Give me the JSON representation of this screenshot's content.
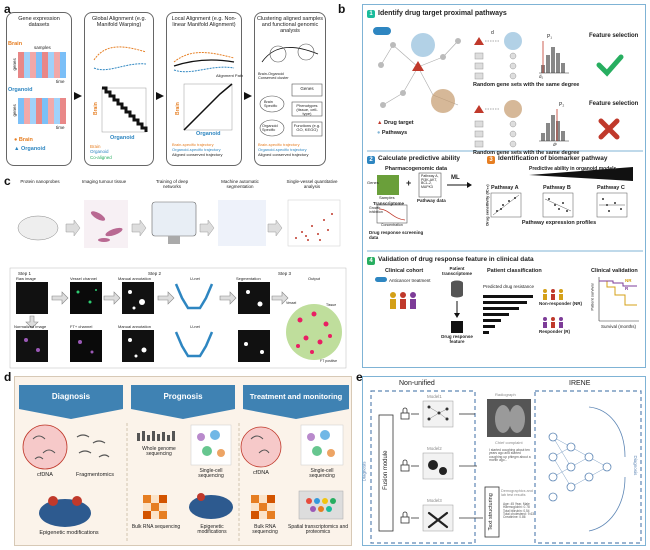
{
  "panel_a": {
    "label": "a",
    "stage1": {
      "title": "Gene expression datasets",
      "brain": "Brain",
      "samples": "samples",
      "genes": "genes",
      "time": "time",
      "organoid": "Organoid",
      "legend_brain": "Brain",
      "legend_organoid": "Organoid"
    },
    "stage2": {
      "title": "Global Alignment (e.g. Manifold Warping)",
      "brain": "Brain",
      "organoid": "Organoid",
      "legend_brain": "Brain",
      "legend_organoid": "Organoid",
      "legend_coaligned": "Co-aligned"
    },
    "stage3": {
      "title": "Local Alignment (e.g. Non-linear Manifold Alignment)",
      "brain": "Brain",
      "organoid": "Organoid",
      "alignment_path": "Alignment Path",
      "leg1": "Brain-specific trajectory",
      "leg2": "Organoid-specific trajectory",
      "leg3": "Aligned conserved trajectory"
    },
    "stage4": {
      "title": "Clustering aligned samples and functional genomic analysis",
      "cluster": "Brain-Organoid Conserved cluster",
      "brain_specific": "Brain Specific",
      "organoid_specific": "Organoid Specific",
      "genes": "Genes",
      "phenotypes": "Phenotypes (tissue, cell-type)",
      "functions": "Functions (e.g. GO, KEGG)",
      "leg1": "Brain-specific trajectory",
      "leg2": "Organoid-specific trajectory",
      "leg3": "Aligned conserved trajectory"
    }
  },
  "panel_b": {
    "label": "b",
    "step1": {
      "num": "1",
      "title": "Identify drug target proximal pathways",
      "random1": "Random gene sets with the same degree",
      "random2": "Random gene sets with the same degree",
      "feature1": "Feature selection",
      "feature2": "Feature selection",
      "drug_target": "Drug target",
      "pathways": "Pathways",
      "d": "d",
      "d1": "d₁",
      "dc": "dᶜ",
      "p1": "P₁",
      "p2": "P₂"
    },
    "step2": {
      "num": "2",
      "title": "Calculate predictive ability",
      "db": "Pharmacogenomic data",
      "genes": "Genes",
      "samples": "Samples",
      "transcriptome": "Transcriptome",
      "pathway_data": "Pathway data",
      "pathway_list": "Pathway A, PI3K-AKT, BCL-2, MAPK3",
      "ml": "ML",
      "growth": "Growth inhibition",
      "concentration": "Concentration",
      "screening": "Drug response screening data"
    },
    "step3": {
      "num": "3",
      "title": "Identification of biomarker pathway",
      "predictive": "Predictive ability in organoid models",
      "pa": "Pathway A",
      "pb": "Pathway B",
      "pc": "Pathway C",
      "ylab": "Drug sensitivity (IC₅₀)",
      "xlab": "Pathway expression profiles"
    },
    "step4": {
      "num": "4",
      "title": "Validation of drug response feature in clinical data",
      "cohort": "Clinical cohort",
      "anticancer": "Anticancer treatment",
      "transcriptome": "Patient transcriptome",
      "classification": "Patient classification",
      "predicted": "Predicted drug resistance",
      "nr": "Non-responder (NR)",
      "r": "Responder (R)",
      "feature": "Drug response feature",
      "validation": "Clinical validation",
      "survival": "Survival (months)",
      "ps": "Patient survival",
      "legend_nr": "NR",
      "legend_r": "R"
    }
  },
  "panel_c": {
    "label": "c",
    "top": [
      "Protein nanoprobes",
      "Imaging tumour tissue",
      "Training of deep networks",
      "Machine automatic segmentation",
      "Single-vessel quantitative analysis"
    ],
    "step1": "Step 1",
    "step2": "Step 2",
    "step3": "Step 3",
    "raw": "Raw image",
    "normalized": "Normalized image",
    "vessel": "Vessel channel",
    "ft": "FT+ channel",
    "manual1": "Manual annotation",
    "manual2": "Manual annotation",
    "unet1": "U-net",
    "unet2": "U-net",
    "segmentation": "Segmentation",
    "output": "Output",
    "vessel_lbl": "Vessel",
    "tissue_lbl": "Tissue",
    "ft_lbl": "FT positive"
  },
  "panel_d": {
    "label": "d",
    "diagnosis": "Diagnosis",
    "prognosis": "Prognosis",
    "treatment": "Treatment and monitoring",
    "cfdna1": "cfDNA",
    "frag": "Fragmentomics",
    "epi1": "Epigenetic modifications",
    "wgs": "Whole genome sequencing",
    "sc1": "Single-cell sequencing",
    "bulk1": "Bulk RNA sequencing",
    "epi2": "Epigenetic modifications",
    "cfdna2": "cfDNA",
    "sc2": "Single-cell sequencing",
    "bulk2": "Bulk RNA sequencing",
    "spatial": "Spatial transcriptomics and proteomics"
  },
  "panel_e": {
    "label": "e",
    "nonunified": "Non-unified",
    "irene": "IRENE",
    "model1": "Model1",
    "model2": "Model2",
    "model3": "Model3",
    "fusion": "Fusion module",
    "text": "Text structuring",
    "radiograph": "Radiograph",
    "complaint": "Chief complaint",
    "complaint_text": "I started coughing about ten years ago and started coughing up phlegm about a month ago...",
    "demographics": "Demographics and lab test results",
    "demo_text": "Age: 45 Year, Male Haemoglobin: 0.78 Total bilirubin: 0.54 Total cholesterol: 9.63 Creatinine: 0.86",
    "diagnosis_left": "Diagnosis",
    "diagnosis_right": "Diagnosis"
  }
}
